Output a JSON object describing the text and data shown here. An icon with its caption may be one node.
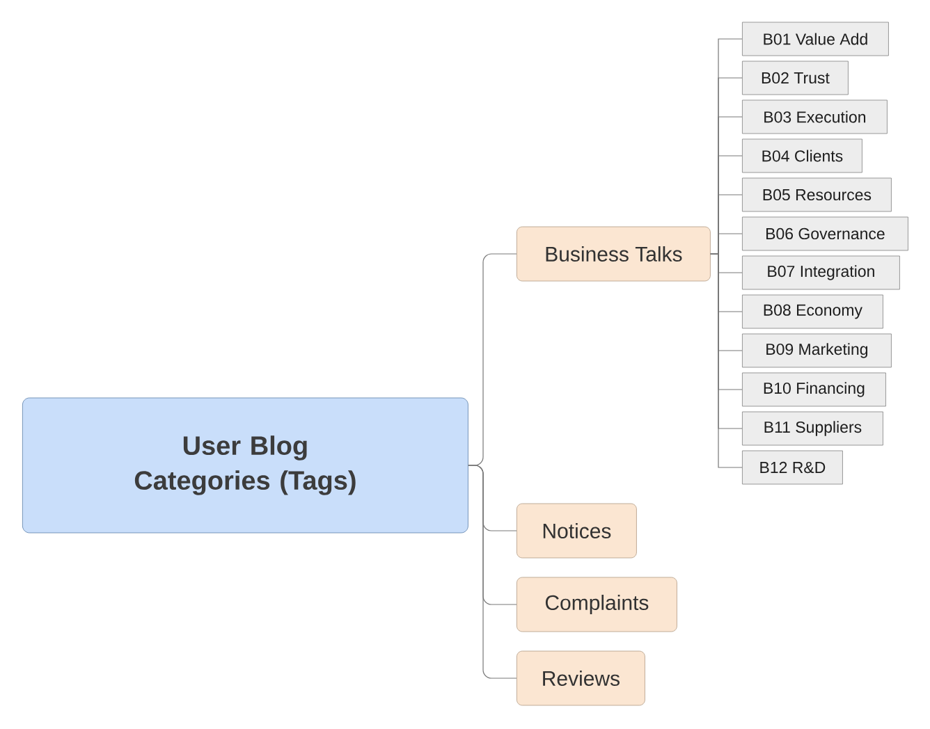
{
  "diagram": {
    "nodes": [
      {
        "text": [
          "User Blog Categories (Tags)"
        ]
      },
      {
        "text": [
          "Business Talks"
        ]
      },
      {
        "text": [
          "Notices"
        ]
      },
      {
        "text": [
          "Complaints"
        ]
      },
      {
        "text": [
          "Reviews"
        ]
      },
      {
        "text": [
          "B01 Value Add"
        ]
      },
      {
        "text": [
          "B02 Trust"
        ]
      },
      {
        "text": [
          "B03 Execution"
        ]
      },
      {
        "text": [
          "B04 Clients"
        ]
      },
      {
        "text": [
          "B05 Resources"
        ]
      },
      {
        "text": [
          "B06 Governance"
        ]
      },
      {
        "text": [
          "B07 Integration"
        ]
      },
      {
        "text": [
          "B08 Economy"
        ]
      },
      {
        "text": [
          "B09 Marketing"
        ]
      },
      {
        "text": [
          "B10 Financing"
        ]
      },
      {
        "text": [
          "B11 Suppliers"
        ]
      },
      {
        "text": [
          "B12 R&D"
        ]
      }
    ],
    "edges": [
      {
        "from": 0,
        "to": 1,
        "arrow": "none"
      },
      {
        "from": 0,
        "to": 2,
        "arrow": "none"
      },
      {
        "from": 0,
        "to": 3,
        "arrow": "none"
      },
      {
        "from": 0,
        "to": 4,
        "arrow": "none"
      },
      {
        "from": 1,
        "to": 5,
        "arrow": "none"
      },
      {
        "from": 1,
        "to": 6,
        "arrow": "none"
      },
      {
        "from": 1,
        "to": 7,
        "arrow": "none"
      },
      {
        "from": 1,
        "to": 8,
        "arrow": "none"
      },
      {
        "from": 1,
        "to": 9,
        "arrow": "none"
      },
      {
        "from": 1,
        "to": 10,
        "arrow": "none"
      },
      {
        "from": 1,
        "to": 11,
        "arrow": "none"
      },
      {
        "from": 1,
        "to": 12,
        "arrow": "none"
      },
      {
        "from": 1,
        "to": 13,
        "arrow": "none"
      },
      {
        "from": 1,
        "to": 14,
        "arrow": "none"
      },
      {
        "from": 1,
        "to": 15,
        "arrow": "none"
      },
      {
        "from": 1,
        "to": 16,
        "arrow": "none"
      }
    ]
  }
}
